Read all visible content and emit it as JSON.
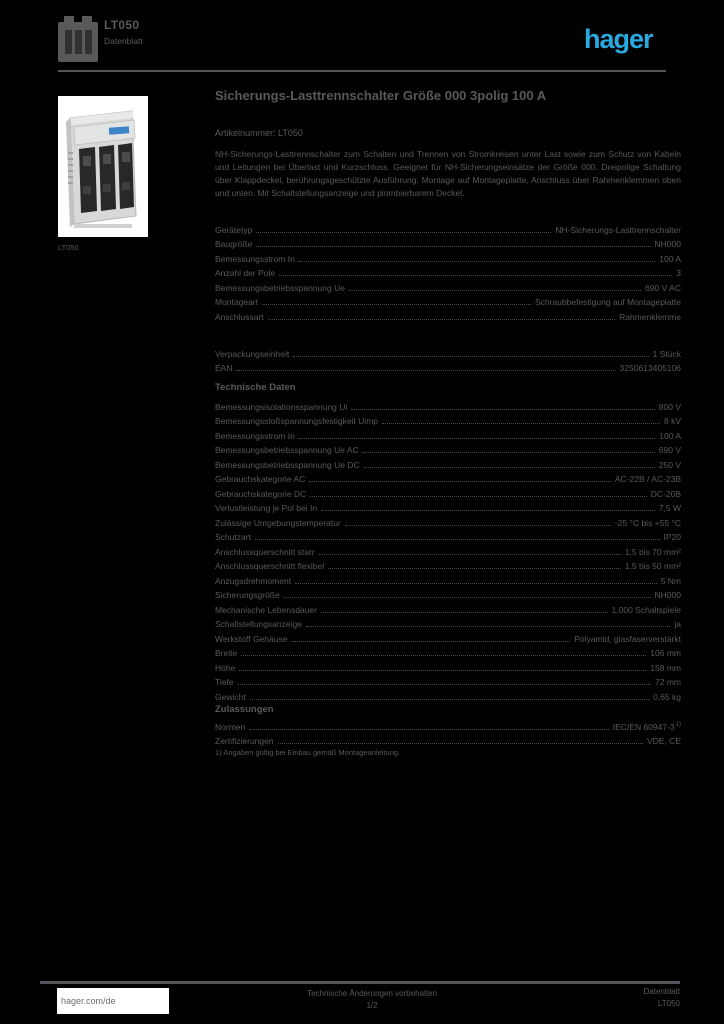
{
  "colors": {
    "text_gray": "#58595b",
    "hager_blue": "#29a9df",
    "product_label_blue": "#3d85c8",
    "page_background": "#000000"
  },
  "header": {
    "reference": "LT050",
    "doc_type": "Datenblatt",
    "logo_text": "hager"
  },
  "product_image": {
    "caption": "LT050",
    "alt": "NH-Sicherungs-Lasttrennschalter, 3polig, mit blauem Kennzeichnungsschild"
  },
  "main": {
    "title": "Sicherungs-Lasttrennschalter Größe 000 3polig 100 A",
    "article_line": "Artikelnummer: LT050",
    "description": "NH-Sicherungs-Lasttrennschalter zum Schalten und Trennen von Stromkreisen unter Last sowie zum Schutz von Kabeln und Leitungen bei Überlast und Kurzschluss. Geeignet für NH-Sicherungseinsätze der Größe 000. Dreipolige Schaltung über Klappdeckel, berührungsgeschützte Ausführung. Montage auf Montageplatte, Anschluss über Rahmenklemmen oben und unten. Mit Schaltstellungsanzeige und plombierbarem Deckel.",
    "overview_rows": [
      {
        "label": "Gerätetyp",
        "value": "NH-Sicherungs-Lasttrennschalter"
      },
      {
        "label": "Baugröße",
        "value": "NH000"
      },
      {
        "label": "Bemessungsstrom In",
        "value": "100 A"
      },
      {
        "label": "Anzahl der Pole",
        "value": "3"
      },
      {
        "label": "Bemessungsbetriebsspannung Ue",
        "value": "690 V AC"
      },
      {
        "label": "Montageart",
        "value": "Schraubbefestigung auf Montageplatte"
      },
      {
        "label": "Anschlussart",
        "value": "Rahmenklemme"
      }
    ],
    "order_rows": [
      {
        "label": "Verpackungseinheit",
        "value": "1 Stück"
      },
      {
        "label": "EAN",
        "value": "3250613405106"
      }
    ],
    "tech_section": {
      "heading": "Technische Daten",
      "rows": [
        {
          "label": "Bemessungsisolationsspannung Ui",
          "value": "800 V"
        },
        {
          "label": "Bemessungsstoßspannungsfestigkeit Uimp",
          "value": "8 kV"
        },
        {
          "label": "Bemessungsstrom In",
          "value": "100 A"
        },
        {
          "label": "Bemessungsbetriebsspannung Ue AC",
          "value": "690 V"
        },
        {
          "label": "Bemessungsbetriebsspannung Ue DC",
          "value": "250 V"
        },
        {
          "label": "Gebrauchskategorie AC",
          "value": "AC-22B / AC-23B"
        },
        {
          "label": "Gebrauchskategorie DC",
          "value": "DC-20B"
        },
        {
          "label": "Verlustleistung je Pol bei In",
          "value": "7,5 W"
        },
        {
          "label": "Zulässige Umgebungstemperatur",
          "value": "-25 °C bis +55 °C"
        },
        {
          "label": "Schutzart",
          "value": "IP20"
        },
        {
          "label": "Anschlussquerschnitt starr",
          "value": "1,5 bis 70 mm²"
        },
        {
          "label": "Anschlussquerschnitt flexibel",
          "value": "1,5 bis 50 mm²"
        },
        {
          "label": "Anzugsdrehmoment",
          "value": "5 Nm"
        },
        {
          "label": "Sicherungsgröße",
          "value": "NH000"
        },
        {
          "label": "Mechanische Lebensdauer",
          "value": "1.000 Schaltspiele"
        },
        {
          "label": "Schaltstellungsanzeige",
          "value": "ja"
        },
        {
          "label": "Werkstoff Gehäuse",
          "value": "Polyamid, glasfaserverstärkt"
        },
        {
          "label": "Breite",
          "value": "106 mm"
        },
        {
          "label": "Höhe",
          "value": "158 mm"
        },
        {
          "label": "Tiefe",
          "value": "72 mm"
        },
        {
          "label": "Gewicht",
          "value": "0,65 kg"
        }
      ]
    },
    "approval_section": {
      "heading": "Zulassungen",
      "rows": [
        {
          "label": "Normen",
          "value": "IEC/EN 60947-3",
          "sup": "1)"
        },
        {
          "label": "Zertifizierungen",
          "value": "VDE, CE"
        }
      ],
      "footnote": "1) Angaben gültig bei Einbau gemäß Montageanleitung."
    }
  },
  "footer": {
    "website": "hager.com/de",
    "center_line1": "Technische Änderungen vorbehalten",
    "center_line2": "1/2",
    "right_line1": "Datenblatt",
    "right_line2": "LT050"
  }
}
